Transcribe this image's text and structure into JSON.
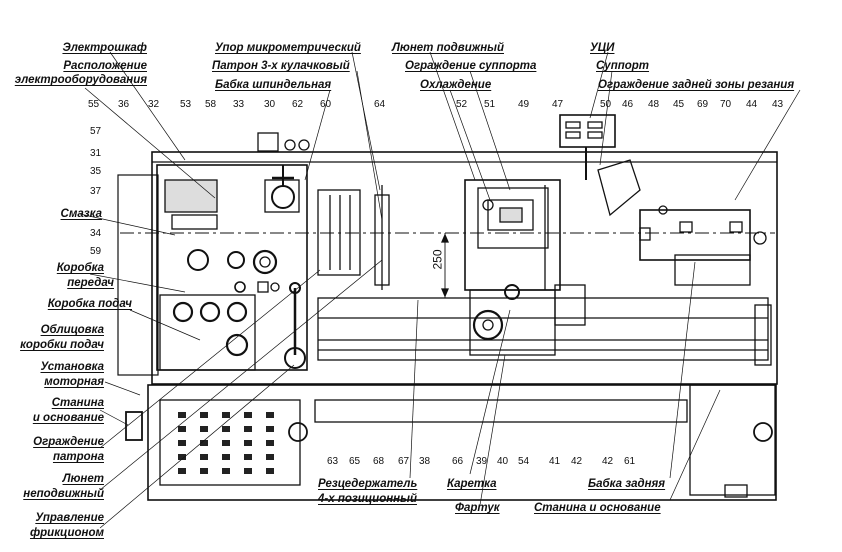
{
  "labels": {
    "elektroshkaf": "Электрошкаф",
    "raspolozhenie_1": "Расположение",
    "raspolozhenie_2": "электрооборудования",
    "upor": "Упор микрометрический",
    "patron": "Патрон 3-х кулачковый",
    "babka_shpindel": "Бабка шпиндельная",
    "lyunet_podv": "Люнет подвижный",
    "ograzhd_support": "Ограждение суппорта",
    "ohlazhdenie": "Охлаждение",
    "uci": "УЦИ",
    "support": "Суппорт",
    "ograzhd_zadney": "Ограждение задней зоны резания",
    "smazka": "Смазка",
    "korobka_per_1": "Коробка",
    "korobka_per_2": "передач",
    "korobka_podach": "Коробка подач",
    "oblicovka_1": "Облицовка",
    "oblicovka_2": "коробки подач",
    "ustanovka_1": "Установка",
    "ustanovka_2": "моторная",
    "stanina_1": "Станина",
    "stanina_2": "и основание",
    "ograzhd_patrona_1": "Ограждение",
    "ograzhd_patrona_2": "патрона",
    "lyunet_nepodv_1": "Люнет",
    "lyunet_nepodv_2": "неподвижный",
    "upravlenie_1": "Управление",
    "upravlenie_2": "фрикционом",
    "rezcederzhatel_1": "Резцедержатель",
    "rezcederzhatel_2": "4-х позиционный",
    "karetka": "Каретка",
    "fartuk": "Фартук",
    "babka_zadnyaya": "Бабка задняя",
    "stanina_osnovanie": "Станина и основание"
  },
  "dimension": "250",
  "numbers_top": [
    "55",
    "36",
    "32",
    "53",
    "58",
    "33",
    "30",
    "62",
    "60",
    "64",
    "52",
    "51",
    "49",
    "47",
    "50",
    "46",
    "48",
    "45",
    "69",
    "70",
    "44",
    "43"
  ],
  "numbers_left": [
    "57",
    "31",
    "35",
    "37",
    "34",
    "59"
  ],
  "numbers_bottom": [
    "63",
    "65",
    "68",
    "67",
    "38",
    "66",
    "39",
    "40",
    "54",
    "41",
    "42",
    "42",
    "61"
  ]
}
